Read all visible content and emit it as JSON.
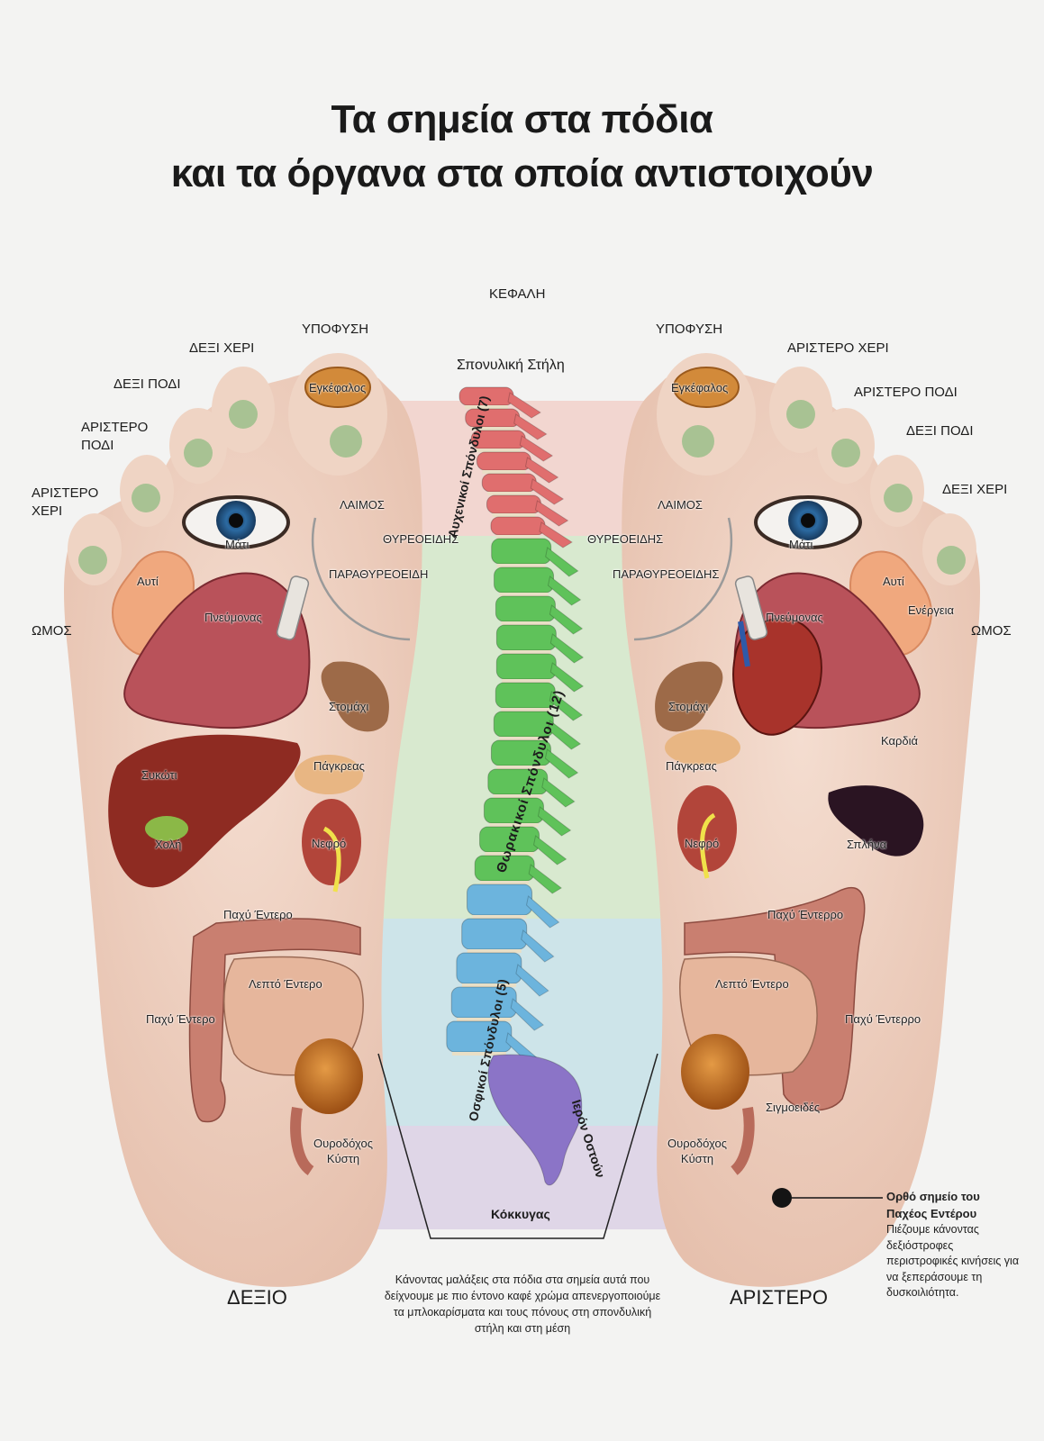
{
  "title": {
    "line1": "Τα σημεία στα πόδια",
    "line2": "και τα όργανα στα οποία αντιστοιχούν"
  },
  "top_label": "ΚΕΦΑΛΗ",
  "spine": {
    "title": "Σπονυλική Στήλη",
    "cervical": "Αυχενικοί Σπόνδυλοι (7)",
    "thoracic": "Θωρακικοί Σπόνδυλοι (12)",
    "lumbar": "Οσφικοί Σπόνδυλοι (5)",
    "sacrum": "Ιερόν Οστούν",
    "coccyx": "Κόκκυγας",
    "colors": {
      "cervical": "#e06e6e",
      "thoracic": "#5fc25a",
      "lumbar": "#6cb4dd",
      "sacrum": "#8b74c7"
    },
    "band_colors": [
      "#f2d3cc",
      "#d5e8cb",
      "#c9e2e8",
      "#ddd3e6"
    ]
  },
  "right_foot": {
    "caption": "ΔΕΞΙΟ",
    "toes": {
      "pituitary": "ΥΠΟΦΥΣΗ",
      "toe2": "ΔΕΞΙ ΧΕΡΙ",
      "toe3": "ΔΕΞΙ ΠΟΔΙ",
      "toe4": "ΑΡΙΣΤΕΡΟ ΠΟΔΙ",
      "toe5": "ΑΡΙΣΤΕΡΟ ΧΕΡΙ"
    },
    "shoulder": "ΩΜΟΣ",
    "organs": {
      "brain": "Εγκέφαλος",
      "eye": "Μάτι",
      "ear": "Αυτί",
      "neck": "ΛΑΙΜΟΣ",
      "thyroid": "ΘΥΡΕΟΕΙΔΗΣ",
      "parathyroid": "ΠΑΡΑΘΥΡΕΟΕΙΔΗ",
      "lung": "Πνεύμονας",
      "stomach": "Στομάχι",
      "pancreas": "Πάγκρεας",
      "liver": "Συκώτι",
      "gallbladder": "Χολή",
      "kidney": "Νεφρό",
      "colon_top": "Παχύ Έντερο",
      "small_intestine": "Λεπτό Έντερο",
      "colon_side": "Παχύ Έντερο",
      "bladder": "Ουροδόχος Κύστη"
    }
  },
  "left_foot": {
    "caption": "ΑΡΙΣΤΕΡΟ",
    "toes": {
      "pituitary": "ΥΠΟΦΥΣΗ",
      "toe2": "ΑΡΙΣΤΕΡΟ ΧΕΡΙ",
      "toe3": "ΑΡΙΣΤΕΡΟ ΠΟΔΙ",
      "toe4": "ΔΕΞΙ ΠΟΔΙ",
      "toe5": "ΔΕΞΙ ΧΕΡΙ"
    },
    "shoulder": "ΩΜΟΣ",
    "organs": {
      "brain": "Εγκέφαλος",
      "eye": "Μάτι",
      "ear": "Αυτί",
      "energy": "Ενέργεια",
      "neck": "ΛΑΙΜΟΣ",
      "thyroid": "ΘΥΡΕΟΕΙΔΗΣ",
      "parathyroid": "ΠΑΡΑΘΥΡΕΟΕΙΔΗΣ",
      "lung": "Πνεύμονας",
      "heart": "Καρδιά",
      "stomach": "Στομάχι",
      "pancreas": "Πάγκρεας",
      "spleen": "Σπλήνα",
      "kidney": "Νεφρό",
      "colon_top": "Παχύ Έντερρο",
      "small_intestine": "Λεπτό Έντερο",
      "colon_side": "Παχύ Έντερρο",
      "sigmoid": "Σιγμοειδές",
      "bladder": "Ουροδόχος Κύστη"
    }
  },
  "center_note": "Κάνοντας μαλάξεις στα πόδια στα σημεία αυτά που δείχνουμε με πιο έντονο καφέ χρώμα απενεργοποιούμε τα μπλοκαρίσματα και τους πόνους στη σπονδυλική στήλη και στη μέση",
  "side_note": {
    "title_line1": "Ορθό σημείο του",
    "title_line2": "Παχέος Εντέρου",
    "body": "Πιέζουμε κάνοντας δεξιόστροφες περιστροφικές κινήσεις για να ξεπεράσουμε τη δυσκοιλιότητα."
  },
  "colors": {
    "skin": "#eed3c3",
    "skin_dark": "#e3bda9",
    "toe_point": "#a8c293",
    "liver": "#8e2b22",
    "lung": "#b9525a",
    "kidney": "#b2453a",
    "bladder": "#c8731f",
    "colon": "#c97f70",
    "small_intestine": "#e6b69c",
    "stomach": "#9d6a48",
    "spleen": "#2a1422",
    "heart": "#a8332b"
  }
}
